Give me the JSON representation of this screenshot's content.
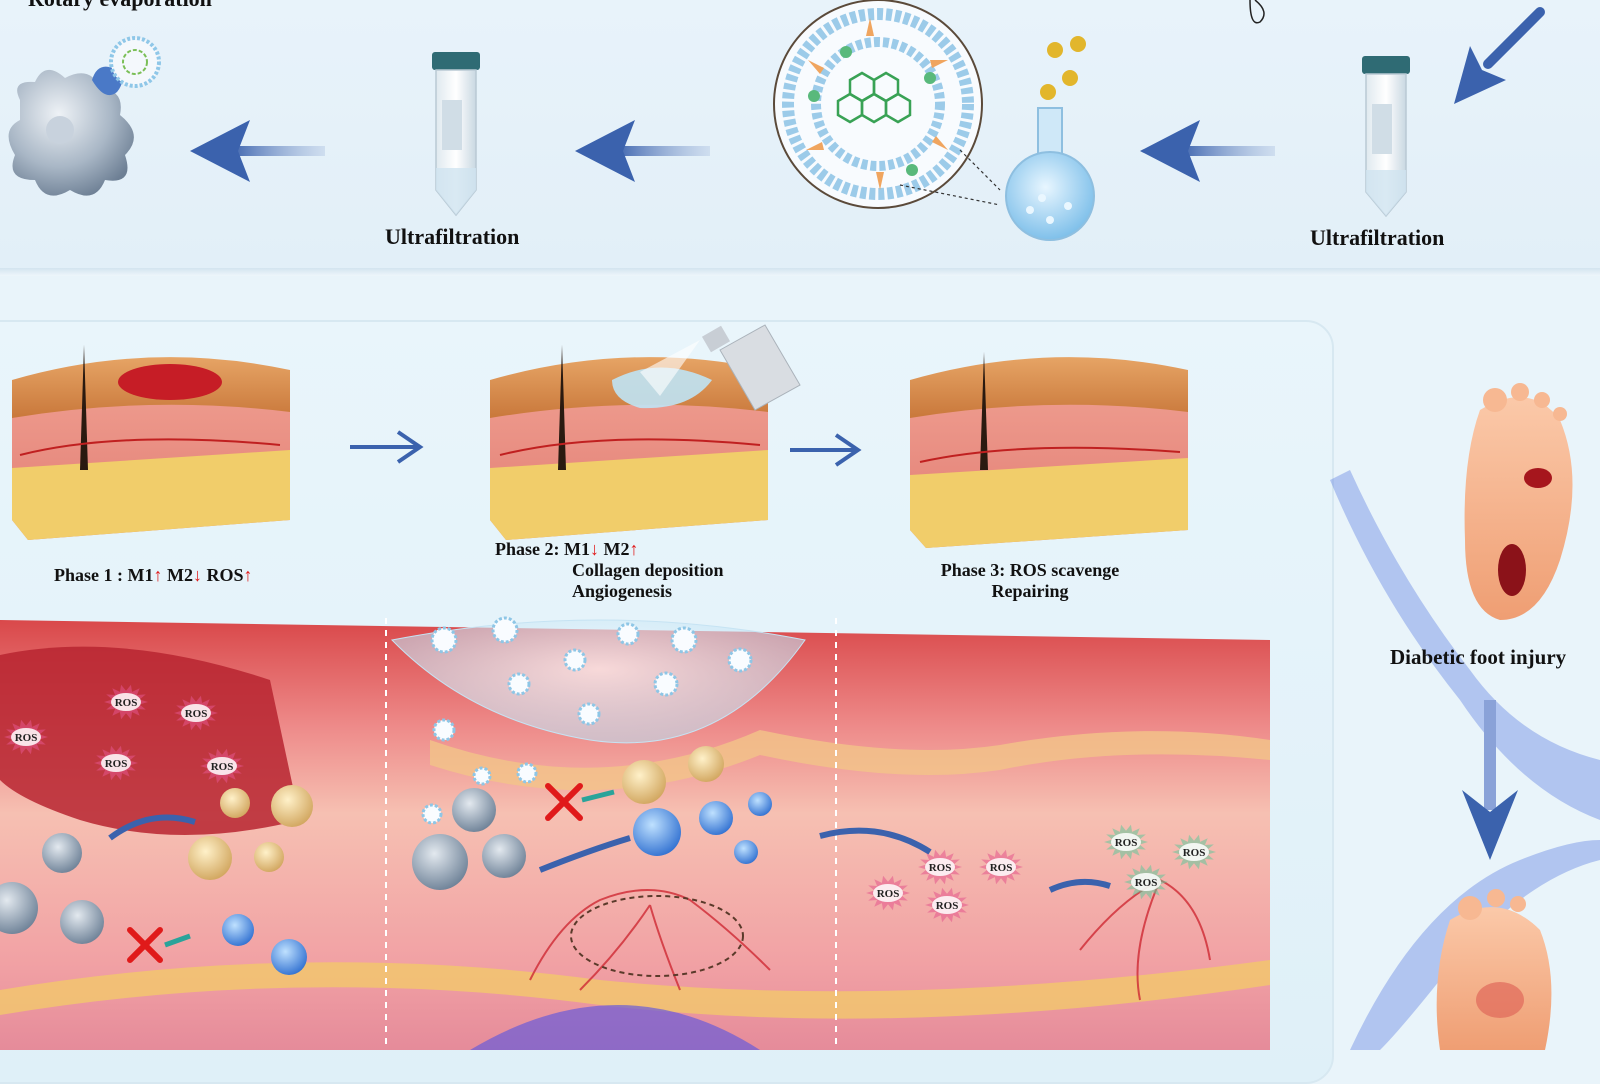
{
  "top": {
    "clipped_label": "Rotary evaporation",
    "ultrafiltration_left": "Ultrafiltration",
    "ultrafiltration_right": "Ultrafiltration"
  },
  "phases": {
    "phase1": {
      "prefix": "Phase 1 : ",
      "m1": "M1",
      "m2": "M2",
      "ros": "ROS",
      "up_arrow": "↑",
      "down_arrow": "↓"
    },
    "phase2": {
      "prefix": "Phase 2: ",
      "m1": "M1",
      "m2": "M2",
      "line2": "Collagen deposition",
      "line3": "Angiogenesis",
      "up_arrow": "↑",
      "down_arrow": "↓"
    },
    "phase3": {
      "line1": "Phase 3: ROS scavenge",
      "line2": "Repairing"
    }
  },
  "right_panel": {
    "label": "Diabetic foot injury"
  },
  "ros_label": "ROS",
  "colors": {
    "arrow_blue": "#3b62ad",
    "red_arrow": "#e01a1a",
    "ros_pink": "#e4558c",
    "ros_green": "#62c79a"
  }
}
